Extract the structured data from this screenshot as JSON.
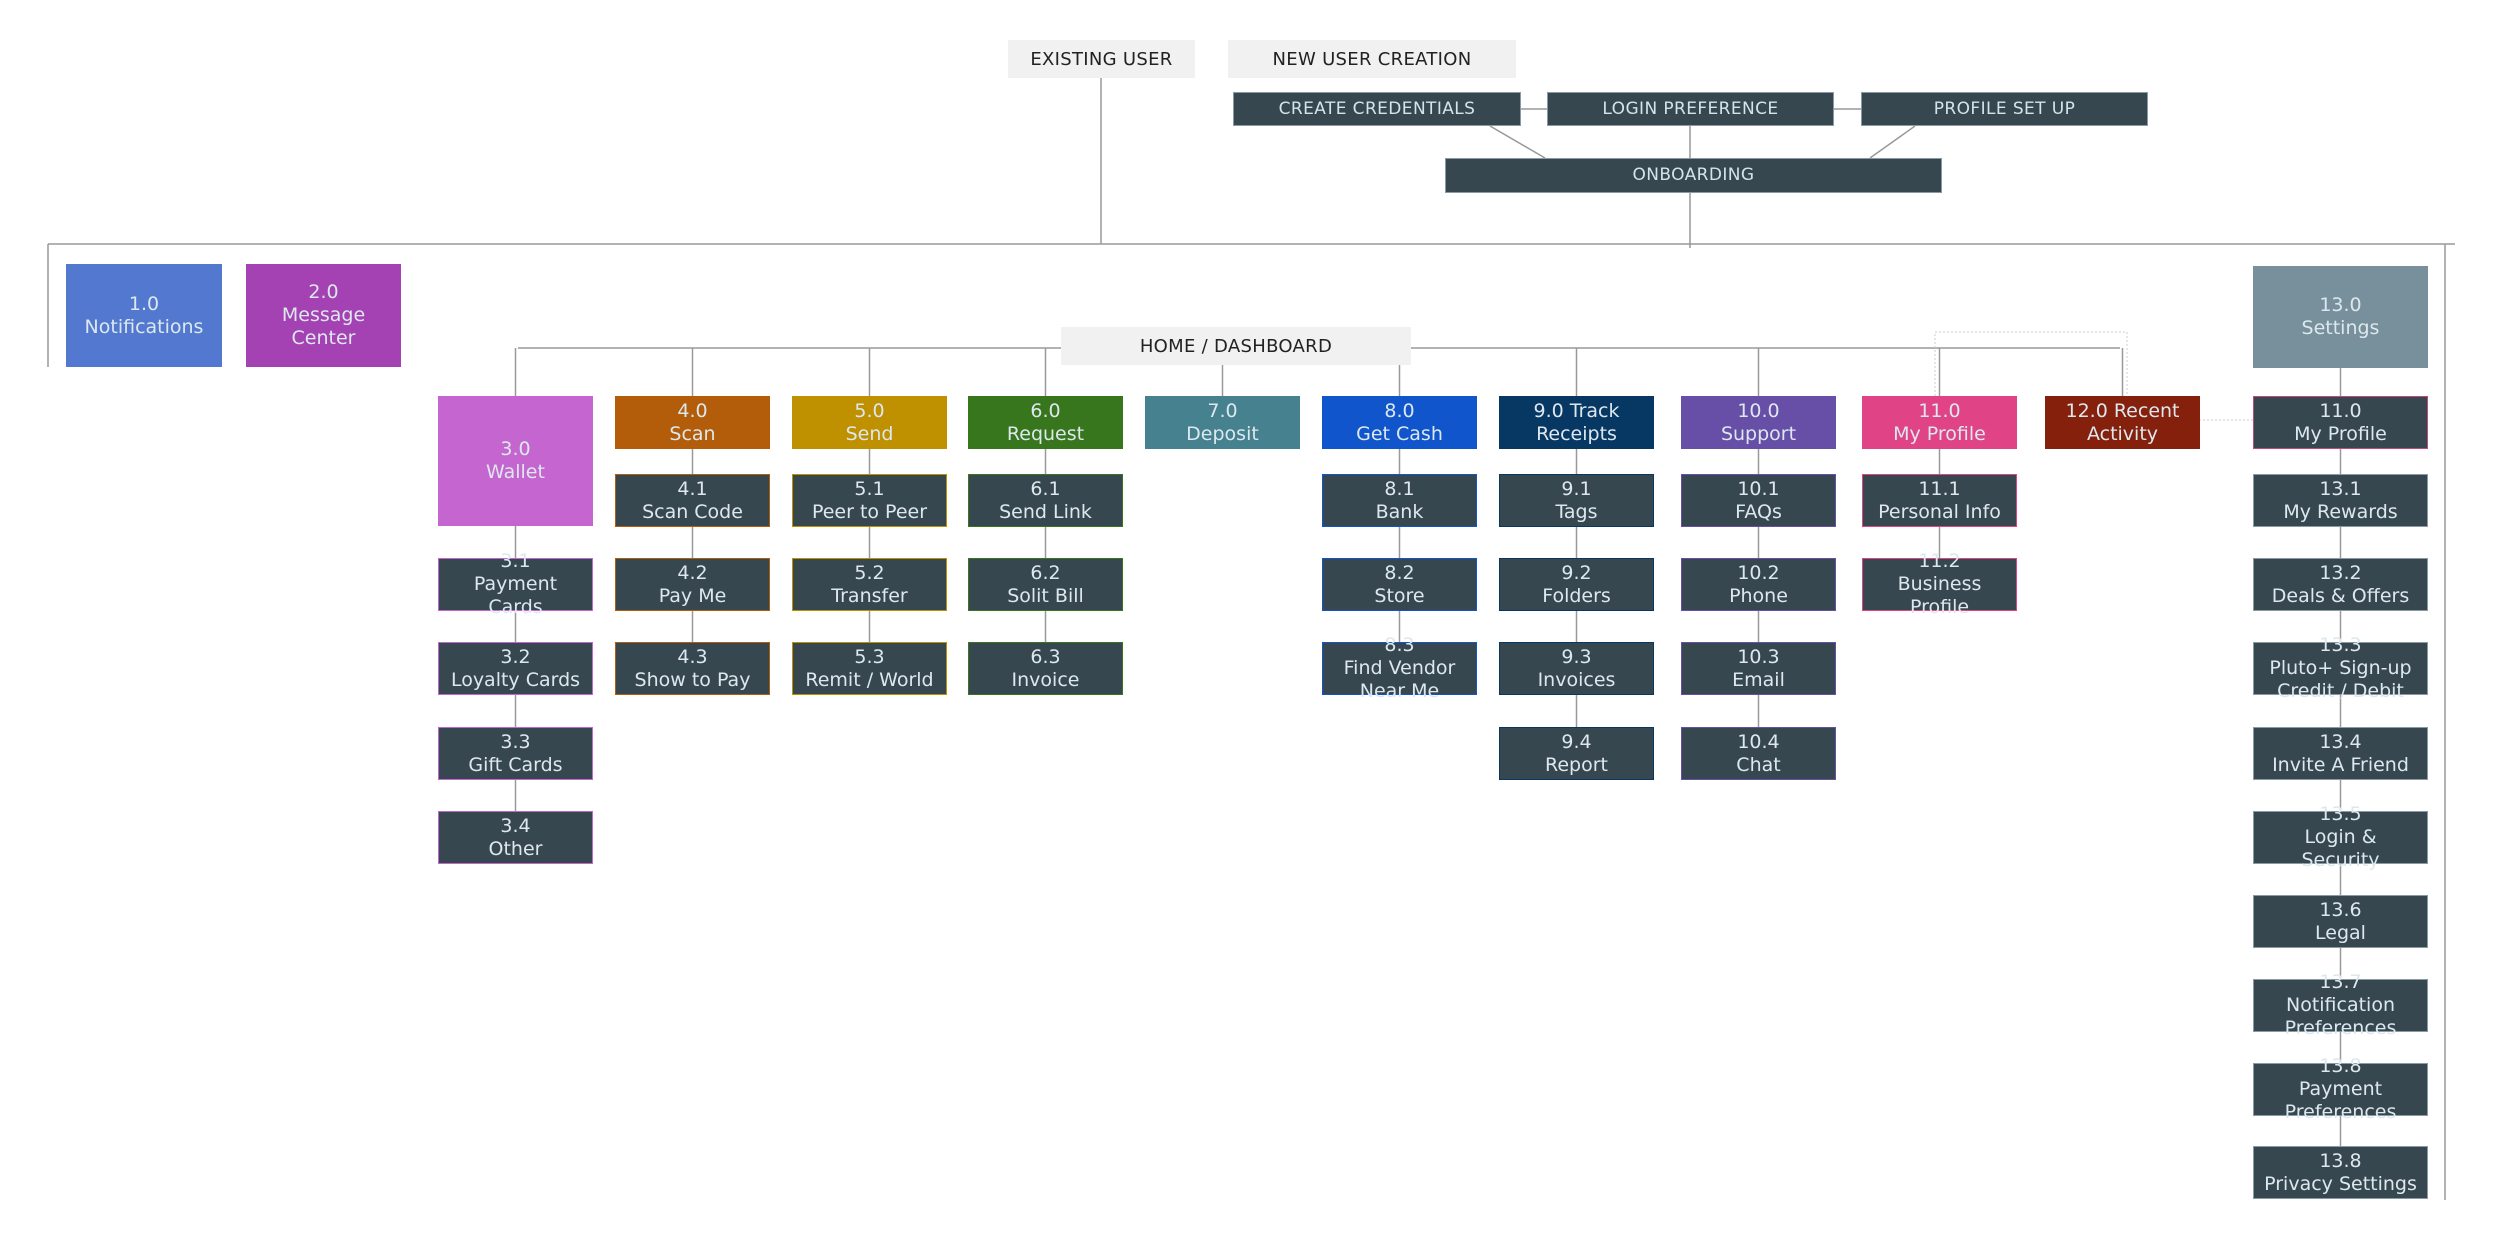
{
  "flow": {
    "existing_user": "EXISTING USER",
    "new_user_creation": "NEW USER CREATION",
    "create_credentials": "CREATE CREDENTIALS",
    "login_preference": "LOGIN PREFERENCE",
    "profile_set_up": "PROFILE SET UP",
    "onboarding": "ONBOARDING",
    "home_dashboard": "HOME / DASHBOARD"
  },
  "standalone": [
    {
      "num": "1.0",
      "label": "Notifications",
      "color": "#5378d0"
    },
    {
      "num": "2.0",
      "label": "Message Center",
      "color": "#a442b3"
    }
  ],
  "sections": [
    {
      "num": "3.0",
      "label": "Wallet",
      "color": "#c565cf",
      "children": [
        {
          "num": "3.1",
          "label": "Payment Cards"
        },
        {
          "num": "3.2",
          "label": "Loyalty Cards"
        },
        {
          "num": "3.3",
          "label": "Gift Cards"
        },
        {
          "num": "3.4",
          "label": "Other"
        }
      ]
    },
    {
      "num": "4.0",
      "label": "Scan",
      "color": "#b35c09",
      "children": [
        {
          "num": "4.1",
          "label": "Scan Code"
        },
        {
          "num": "4.2",
          "label": "Pay Me"
        },
        {
          "num": "4.3",
          "label": "Show to Pay"
        }
      ]
    },
    {
      "num": "5.0",
      "label": "Send",
      "color": "#bf9000",
      "children": [
        {
          "num": "5.1",
          "label": "Peer to Peer"
        },
        {
          "num": "5.2",
          "label": "Transfer"
        },
        {
          "num": "5.3",
          "label": "Remit / World"
        }
      ]
    },
    {
      "num": "6.0",
      "label": "Request",
      "color": "#38761d",
      "children": [
        {
          "num": "6.1",
          "label": "Send Link"
        },
        {
          "num": "6.2",
          "label": "Solit Bill"
        },
        {
          "num": "6.3",
          "label": "Invoice"
        }
      ]
    },
    {
      "num": "7.0",
      "label": "Deposit",
      "color": "#45818e",
      "children": []
    },
    {
      "num": "8.0",
      "label": "Get Cash",
      "color": "#1155cc",
      "children": [
        {
          "num": "8.1",
          "label": "Bank"
        },
        {
          "num": "8.2",
          "label": "Store"
        },
        {
          "num": "8.3",
          "label": "Find Vendor Near Me"
        }
      ]
    },
    {
      "num": "9.0",
      "label": "Track Receipts",
      "color": "#073763",
      "inline": true,
      "children": [
        {
          "num": "9.1",
          "label": "Tags"
        },
        {
          "num": "9.2",
          "label": "Folders"
        },
        {
          "num": "9.3",
          "label": "Invoices"
        },
        {
          "num": "9.4",
          "label": "Report"
        }
      ]
    },
    {
      "num": "10.0",
      "label": "Support",
      "color": "#674ea7",
      "children": [
        {
          "num": "10.1",
          "label": "FAQs"
        },
        {
          "num": "10.2",
          "label": "Phone"
        },
        {
          "num": "10.3",
          "label": "Email"
        },
        {
          "num": "10.4",
          "label": "Chat"
        }
      ]
    },
    {
      "num": "11.0",
      "label": "My Profile",
      "color": "#e04386",
      "children": [
        {
          "num": "11.1",
          "label": "Personal Info"
        },
        {
          "num": "11.2",
          "label": "Business Profile"
        }
      ]
    },
    {
      "num": "12.0",
      "label": "Recent Activity",
      "color": "#85200c",
      "inline": true,
      "children": []
    }
  ],
  "settings": {
    "num": "13.0",
    "label": "Settings",
    "color": "#78909c",
    "children": [
      {
        "num": "11.0",
        "label": "My Profile",
        "border": "#c2487e"
      },
      {
        "num": "13.1",
        "label": "My Rewards"
      },
      {
        "num": "13.2",
        "label": "Deals & Offers"
      },
      {
        "num": "13.3",
        "label": "Pluto+ Sign-up Credit / Debit"
      },
      {
        "num": "13.4",
        "label": "Invite A Friend"
      },
      {
        "num": "13.5",
        "label": "Login & Security"
      },
      {
        "num": "13.6",
        "label": "Legal"
      },
      {
        "num": "13.7",
        "label": "Notification Preferences"
      },
      {
        "num": "13.8",
        "label": "Payment Preferences"
      },
      {
        "num": "13.8",
        "label": "Privacy Settings"
      }
    ]
  },
  "colors": {
    "line": "#999999",
    "dark_box": "#37474f",
    "light_box": "#f1f1f1"
  }
}
